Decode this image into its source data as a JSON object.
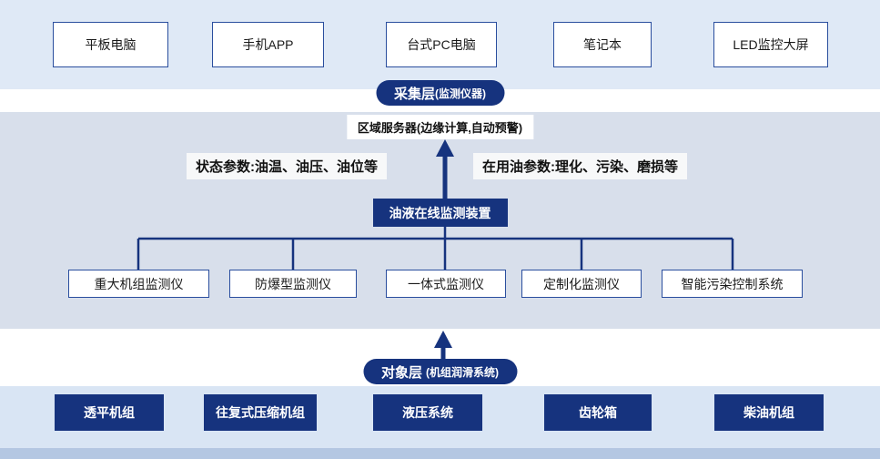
{
  "colors": {
    "navy": "#16337e",
    "band_top": "#dfe9f6",
    "band_mid": "#d8dfeb",
    "band_bottom": "#d9e5f4",
    "band_strip": "#b4c7e2",
    "box_border": "#2a4e9e"
  },
  "devices_layer": {
    "items": [
      "平板电脑",
      "手机APP",
      "台式PC电脑",
      "笔记本",
      "LED监控大屏"
    ]
  },
  "collection_layer": {
    "title": "采集层",
    "subtitle": "(监测仪器)"
  },
  "server_box": {
    "label": "区域服务器(边缘计算,自动预警)"
  },
  "parameters": {
    "left": "状态参数:油温、油压、油位等",
    "right": "在用油参数:理化、污染、磨损等"
  },
  "monitor_device": {
    "label": "油液在线监测装置"
  },
  "monitors": {
    "items": [
      "重大机组监测仪",
      "防爆型监测仪",
      "一体式监测仪",
      "定制化监测仪",
      "智能污染控制系统"
    ]
  },
  "object_layer": {
    "title": "对象层",
    "subtitle": "(机组润滑系统)"
  },
  "units": {
    "items": [
      "透平机组",
      "往复式压缩机组",
      "液压系统",
      "齿轮箱",
      "柴油机组"
    ]
  }
}
